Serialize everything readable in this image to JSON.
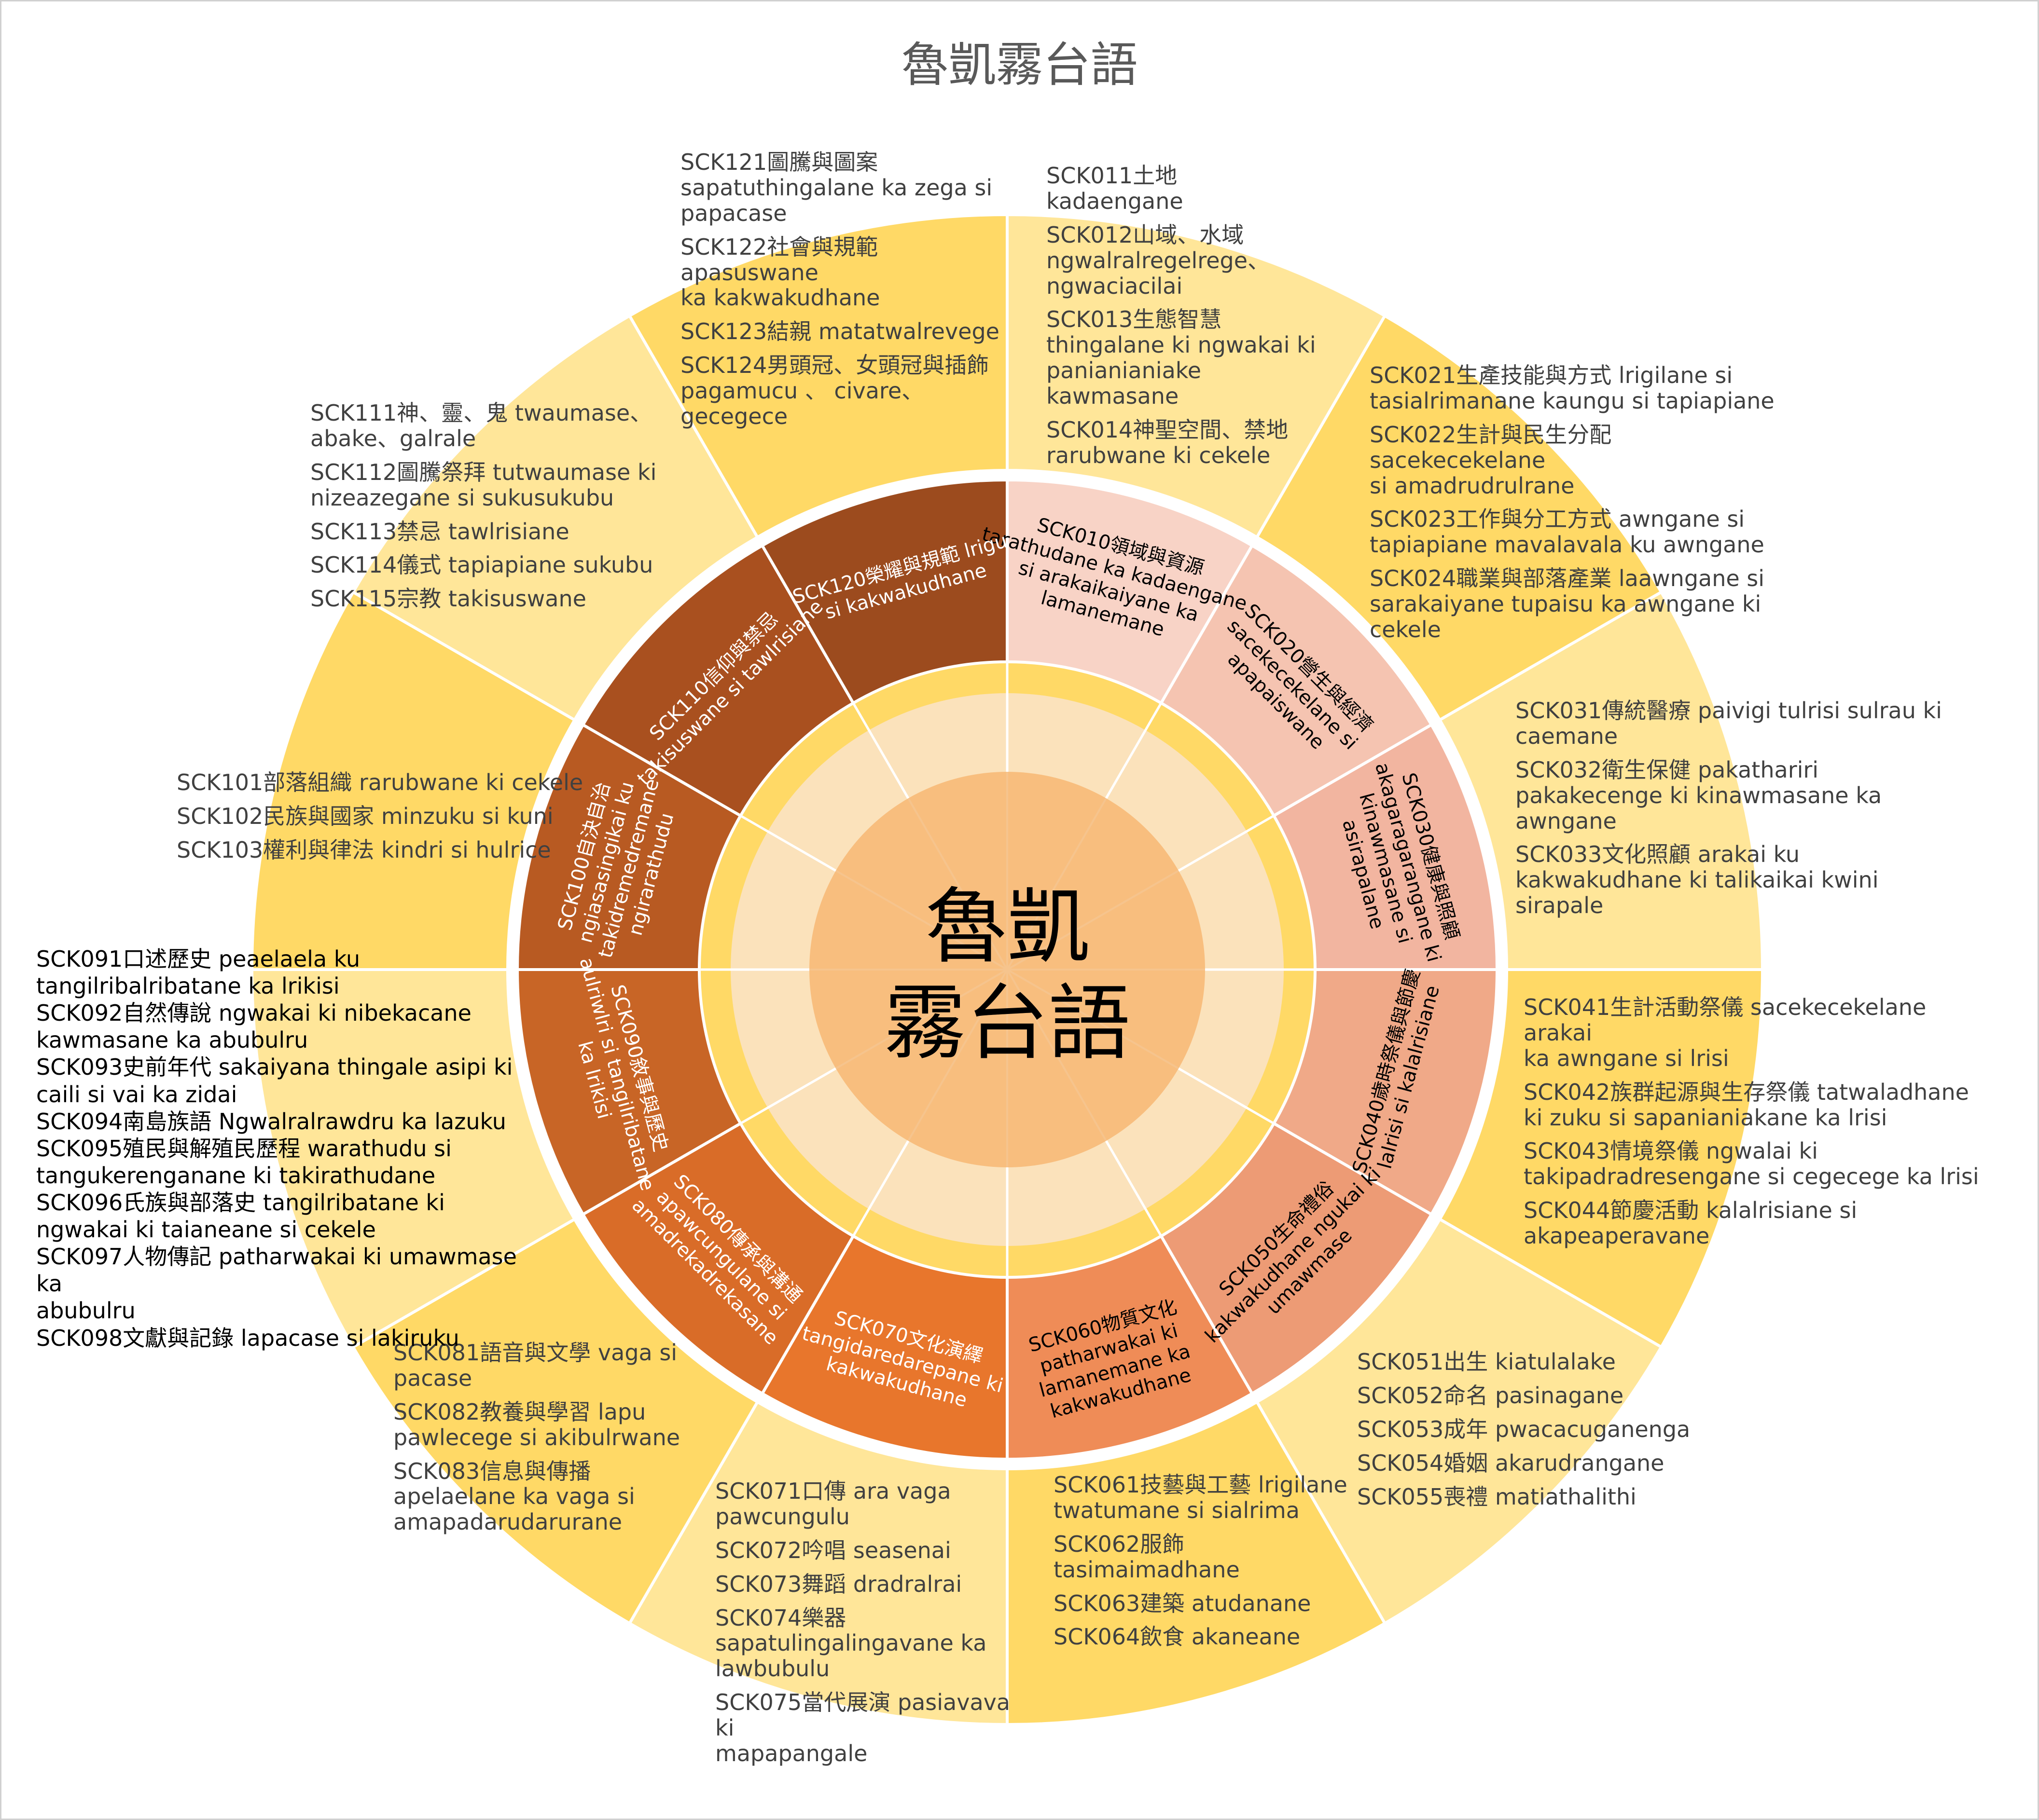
{
  "title": "魯凱霧台語",
  "center": {
    "line1": "魯凱",
    "line2": "霧台語"
  },
  "colors": {
    "outer_dark": "#ffd966",
    "outer_light": "#ffe699",
    "band_ring": "#ffd966",
    "inner_light": "#fbe2bb",
    "center_fill": "#f8be7e",
    "separator": "#ffffff"
  },
  "categories": [
    {
      "code": "SCK010",
      "label": "SCK010領域與資源\ntarathudane ka kadaengane\nsi arakaikaiyane ka\nlamanemane",
      "color": "#f8d3c6",
      "text_color": "#000000",
      "outer_color": "#ffe699",
      "items": [
        "SCK011土地 kadaengane",
        "SCK012山域、水域\nngwalralregelrege、\nngwaciacilai",
        "SCK013生態智慧\nthingalane ki ngwakai ki\npanianianiake kawmasane",
        "SCK014神聖空間、禁地\nrarubwane ki cekele"
      ]
    },
    {
      "code": "SCK020",
      "label": "SCK020營生與經濟\nsacekecekelane si\napapaiswane",
      "color": "#f5c4b1",
      "text_color": "#000000",
      "outer_color": "#ffd966",
      "items": [
        "SCK021生產技能與方式 lrigilane si\ntasialrimanane kaungu si tapiapiane",
        "SCK022生計與民生分配 sacekecekelane\nsi amadrudrulrane",
        "SCK023工作與分工方式 awngane si\ntapiapiane mavalavala ku awngane",
        "SCK024職業與部落產業 laawngane si\nsarakaiyane tupaisu ka awngane ki cekele"
      ]
    },
    {
      "code": "SCK030",
      "label": "SCK030健康與照顧\nakagaragarangane ki\nkinawmasane si\nasirapalane",
      "color": "#f2b5a0",
      "text_color": "#000000",
      "outer_color": "#ffe699",
      "items": [
        "SCK031傳統醫療 paivigi tulrisi sulrau ki\ncaemane",
        "SCK032衛生保健 pakathariri\npakakecenge ki kinawmasane ka\nawngane",
        "SCK033文化照顧 arakai ku\nkakwakudhane ki talikaikai kwini\nsirapale"
      ]
    },
    {
      "code": "SCK040",
      "label": "SCK040歲時祭儀與節慶\nlalrisi si kalalrisiane",
      "color": "#f0a988",
      "text_color": "#000000",
      "outer_color": "#ffd966",
      "items": [
        "SCK041生計活動祭儀 sacekecekelane arakai\nka awngane si lrisi",
        "SCK042族群起源與生存祭儀 tatwaladhane\nki zuku si sapanianiakane ka lrisi",
        "SCK043情境祭儀 ngwalai ki\ntakipadradresengane si cegecege ka lrisi",
        "SCK044節慶活動 kalalrisiane si\nakapeaperavane"
      ]
    },
    {
      "code": "SCK050",
      "label": "SCK050生命禮俗\nkakwakudhane ngukai ki\numawmase",
      "color": "#ed9b75",
      "text_color": "#000000",
      "outer_color": "#ffe699",
      "items": [
        "SCK051出生 kiatulalake",
        "SCK052命名 pasinagane",
        "SCK053成年 pwacacuganenga",
        "SCK054婚姻 akarudrangane",
        "SCK055喪禮 matiathalithi"
      ]
    },
    {
      "code": "SCK060",
      "label": "SCK060物質文化\npatharwakai ki\nlamanemane ka\nkakwakudhane",
      "color": "#ef8c57",
      "text_color": "#000000",
      "outer_color": "#ffd966",
      "items": [
        "SCK061技藝與工藝 lrigilane\ntwatumane si sialrima",
        "SCK062服飾\ntasimaimadhane",
        "SCK063建築 atudanane",
        "SCK064飲食 akaneane"
      ]
    },
    {
      "code": "SCK070",
      "label": "SCK070文化演繹\ntangidaredarepane ki\nkakwakudhane",
      "color": "#e8762c",
      "text_color": "#ffffff",
      "outer_color": "#ffe699",
      "items": [
        "SCK071口傳 ara vaga\npawcungulu",
        "SCK072吟唱 seasenai",
        "SCK073舞蹈 dradralrai",
        "SCK074樂器\nsapatulingalingavane ka\nlawbubulu",
        "SCK075當代展演 pasiavava ki\nmapapangale"
      ]
    },
    {
      "code": "SCK080",
      "label": "SCK080傳承與溝通\napawcungulane si\namadrekadrekasane",
      "color": "#d96c28",
      "text_color": "#ffffff",
      "outer_color": "#ffd966",
      "items": [
        "SCK081語音與文學 vaga si\npacase",
        "SCK082教養與學習 lapu\npawlecege si akibulrwane",
        "SCK083信息與傳播\napelaelane ka vaga si\namapadarudarurane"
      ]
    },
    {
      "code": "SCK090",
      "label": "SCK090敘事與歷史\naulriwlri si tangilribatane\nka lrikisi",
      "color": "#c86526",
      "text_color": "#ffffff",
      "outer_color": "#ffe699",
      "items": [
        "SCK091口述歷史 peaelaela ku\ntangilribalribatane ka lrikisi",
        "SCK092自然傳說 ngwakai ki nibekacane\nkawmasane ka abubulru",
        "SCK093史前年代 sakaiyana thingale asipi ki\ncaili si vai ka zidai",
        "SCK094南島族語 Ngwalralrawdru ka lazuku",
        "SCK095殖民與解殖民歷程 warathudu si\ntangukerenganane ki takirathudane",
        "SCK096氏族與部落史 tangilribatane ki\nngwakai ki taianeane si cekele",
        "SCK097人物傳記 patharwakai ki umawmase ka\nabubulru",
        "SCK098文獻與記錄 lapacase si lakiruku"
      ]
    },
    {
      "code": "SCK100",
      "label": "SCK100自決自治\nngiasasingikai ku\ntakidremedremane\nngirarathudu",
      "color": "#b85a22",
      "text_color": "#ffffff",
      "outer_color": "#ffd966",
      "items": [
        "SCK101部落組織 rarubwane ki cekele",
        "SCK102民族與國家 minzuku si kuni",
        "SCK103權利與律法 kindri si hulrice"
      ]
    },
    {
      "code": "SCK110",
      "label": "SCK110信仰與禁忌\ntakisuswane si tawlrisiane",
      "color": "#a9501f",
      "text_color": "#ffffff",
      "outer_color": "#ffe699",
      "items": [
        "SCK111神、靈、鬼 twaumase、\nabake、galrale",
        "SCK112圖騰祭拜 tutwaumase ki\nnizeazegane si sukusukubu",
        "SCK113禁忌 tawlrisiane",
        "SCK114儀式 tapiapiane sukubu",
        "SCK115宗教 takisuswane"
      ]
    },
    {
      "code": "SCK120",
      "label": "SCK120榮耀與規範 lrigu\nsi kakwakudhane",
      "color": "#9c4b1e",
      "text_color": "#ffffff",
      "outer_color": "#ffd966",
      "items": [
        "SCK121圖騰與圖案\nsapatuthingalane ka zega si\npapacase",
        "SCK122社會與規範 apasuswane\nka kakwakudhane",
        "SCK123結親 matatwalrevege",
        "SCK124男頭冠、女頭冠與插飾\npagamucu 、 civare、gecegece"
      ]
    }
  ]
}
